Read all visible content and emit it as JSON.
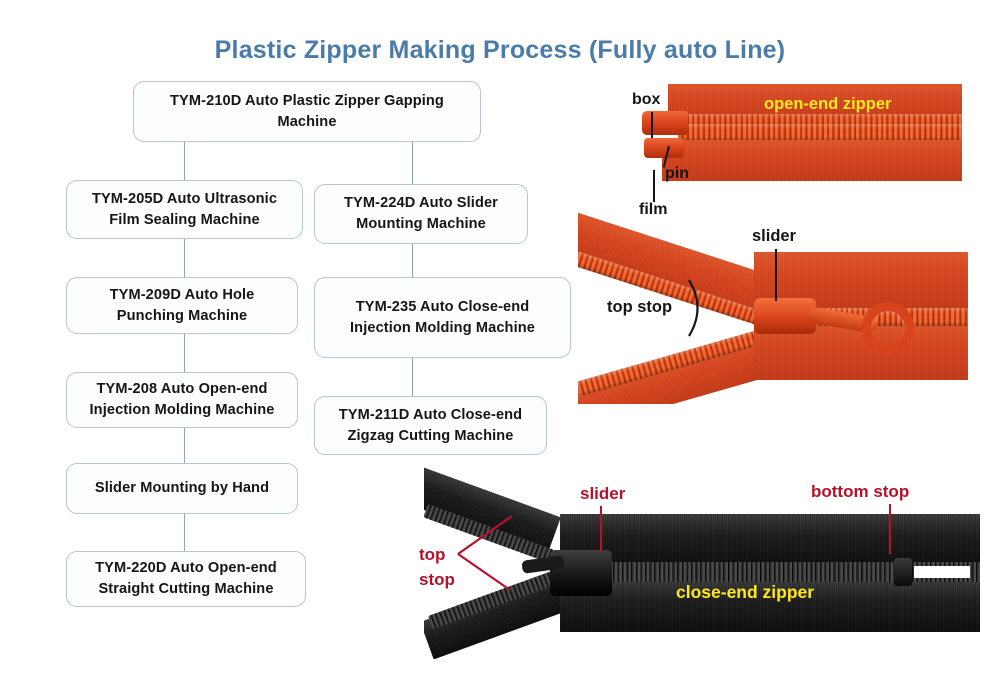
{
  "title": "Plastic Zipper Making Process (Fully auto Line)",
  "flowchart": {
    "boxes": [
      {
        "id": "tym-210d",
        "label": "TYM-210D Auto Plastic Zipper Gapping Machine"
      },
      {
        "id": "tym-205d",
        "label": "TYM-205D Auto Ultrasonic Film Sealing Machine"
      },
      {
        "id": "tym-224d",
        "label": "TYM-224D Auto Slider Mounting Machine"
      },
      {
        "id": "tym-209d",
        "label": "TYM-209D Auto Hole Punching Machine"
      },
      {
        "id": "tym-235",
        "label": "TYM-235 Auto Close-end Injection Molding Machine"
      },
      {
        "id": "tym-208",
        "label": "TYM-208 Auto Open-end Injection Molding Machine"
      },
      {
        "id": "tym-211d",
        "label": "TYM-211D Auto Close-end Zigzag Cutting Machine"
      },
      {
        "id": "slider-by-hand",
        "label": "Slider Mounting by Hand"
      },
      {
        "id": "tym-220d",
        "label": "TYM-220D Auto Open-end Straight Cutting Machine"
      }
    ]
  },
  "photos": {
    "open_end_zipper": {
      "caption": "open-end zipper",
      "labels": {
        "box": "box",
        "pin": "pin",
        "film": "film"
      }
    },
    "open_end_slider": {
      "labels": {
        "slider": "slider",
        "top_stop": "top stop"
      }
    },
    "close_end_zipper": {
      "caption": "close-end zipper",
      "labels": {
        "slider": "slider",
        "bottom_stop": "bottom stop",
        "top_stop_line1": "top",
        "top_stop_line2": "stop"
      }
    }
  },
  "colors": {
    "title": "#4a7cab",
    "box_border": "#b6c6d2",
    "connector": "#8fa6b5",
    "caption_yellow": "#ffe81f",
    "label_red": "#b3122a",
    "label_black": "#151515",
    "zipper_orange": "#d8431d",
    "zipper_black": "#1c1c1c"
  }
}
